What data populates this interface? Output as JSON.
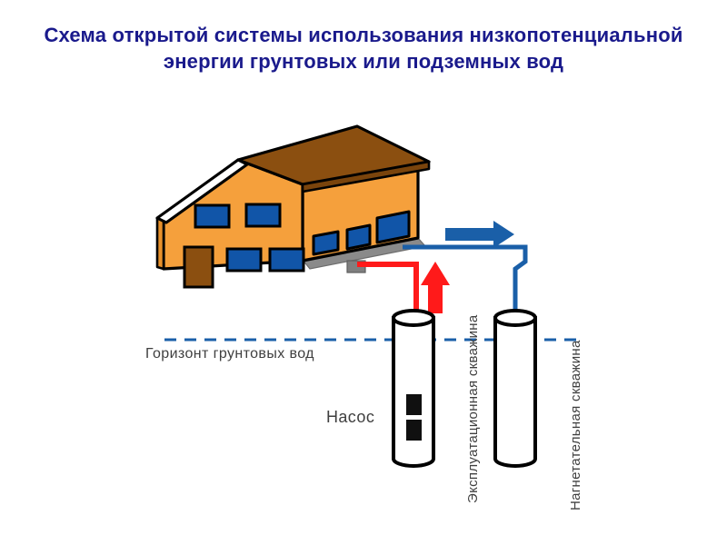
{
  "slide": {
    "title": "Схема открытой системы использования низкопотенциальной энергии  грунтовых или подземных вод",
    "background_color": "#ffffff",
    "title_color": "#1a1a8c"
  },
  "diagram": {
    "type": "schematic",
    "subject": "open-loop groundwater heat pump system",
    "labels": {
      "groundwater_level": "Горизонт грунтовых вод",
      "pump": "Насос",
      "production_well": "Эксплуатационная скважина",
      "injection_well": "Нагнетательная скважина"
    },
    "colors": {
      "house_wall": "#f5a03c",
      "house_wall_shade": "#e8912c",
      "roof": "#8b4f10",
      "roof_dark": "#7a440c",
      "window": "#1155a8",
      "door": "#8b4f10",
      "foundation": "#7f7f7f",
      "supply_pipe_red": "#ff1a1a",
      "return_pipe_blue": "#1a5fa8",
      "flow_arrow_blue": "#1a5fa8",
      "water_table_dash": "#1a5fa8",
      "pump_block": "#101010",
      "outline": "#000000"
    },
    "elements": {
      "house": "isometric building with gable roof, six windows on gable face, three windows on side face, one door",
      "red_arrow": "upward red arrow indicating water extraction from production well",
      "blue_arrow": "rightward blue arrow indicating water return to injection well",
      "wells": [
        "production well with submersible pump",
        "injection well"
      ],
      "water_table": "horizontal dashed blue line across diagram"
    }
  }
}
